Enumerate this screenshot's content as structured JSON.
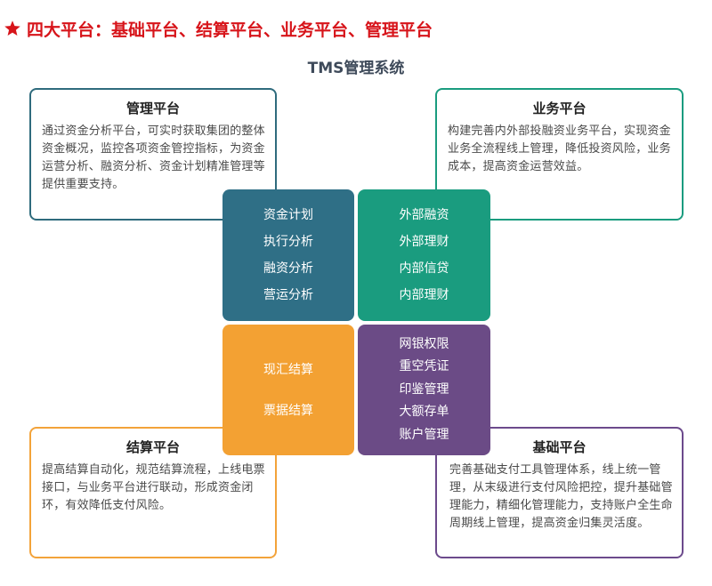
{
  "header": {
    "icon": "star-icon",
    "text": "四大平台：基础平台、结算平台、业务平台、管理平台",
    "color": "#d7141a"
  },
  "title": "TMS管理系统",
  "cards": {
    "management": {
      "title": "管理平台",
      "body": "通过资金分析平台，可实时获取集团的整体资金概况，监控各项资金管控指标，为资金运营分析、融资分析、资金计划精准管理等提供重要支持。"
    },
    "business": {
      "title": "业务平台",
      "body": "构建完善内外部投融资业务平台，实现资金业务全流程线上管理，降低投资风险，业务成本，提高资金运营效益。"
    },
    "settlement": {
      "title": "结算平台",
      "body": "提高结算自动化，规范结算流程，上线电票接口，与业务平台进行联动，形成资金闭环，有效降低支付风险。"
    },
    "base": {
      "title": "基础平台",
      "body": "完善基础支付工具管理体系，线上统一管理，从末级进行支付风险把控，提升基础管理能力，精细化管理能力，支持账户全生命周期线上管理，提高资金归集灵活度。"
    }
  },
  "quadrants": {
    "management": {
      "color": "#2f6f86",
      "items": [
        "资金计划",
        "执行分析",
        "融资分析",
        "营运分析"
      ]
    },
    "business": {
      "color": "#1a9c7f",
      "items": [
        "外部融资",
        "外部理财",
        "内部信贷",
        "内部理财"
      ]
    },
    "settlement": {
      "color": "#f3a133",
      "items": [
        "现汇结算",
        "票据结算"
      ]
    },
    "base": {
      "color": "#6b4b86",
      "items": [
        "网银权限",
        "重空凭证",
        "印鉴管理",
        "大额存单",
        "账户管理"
      ]
    }
  }
}
